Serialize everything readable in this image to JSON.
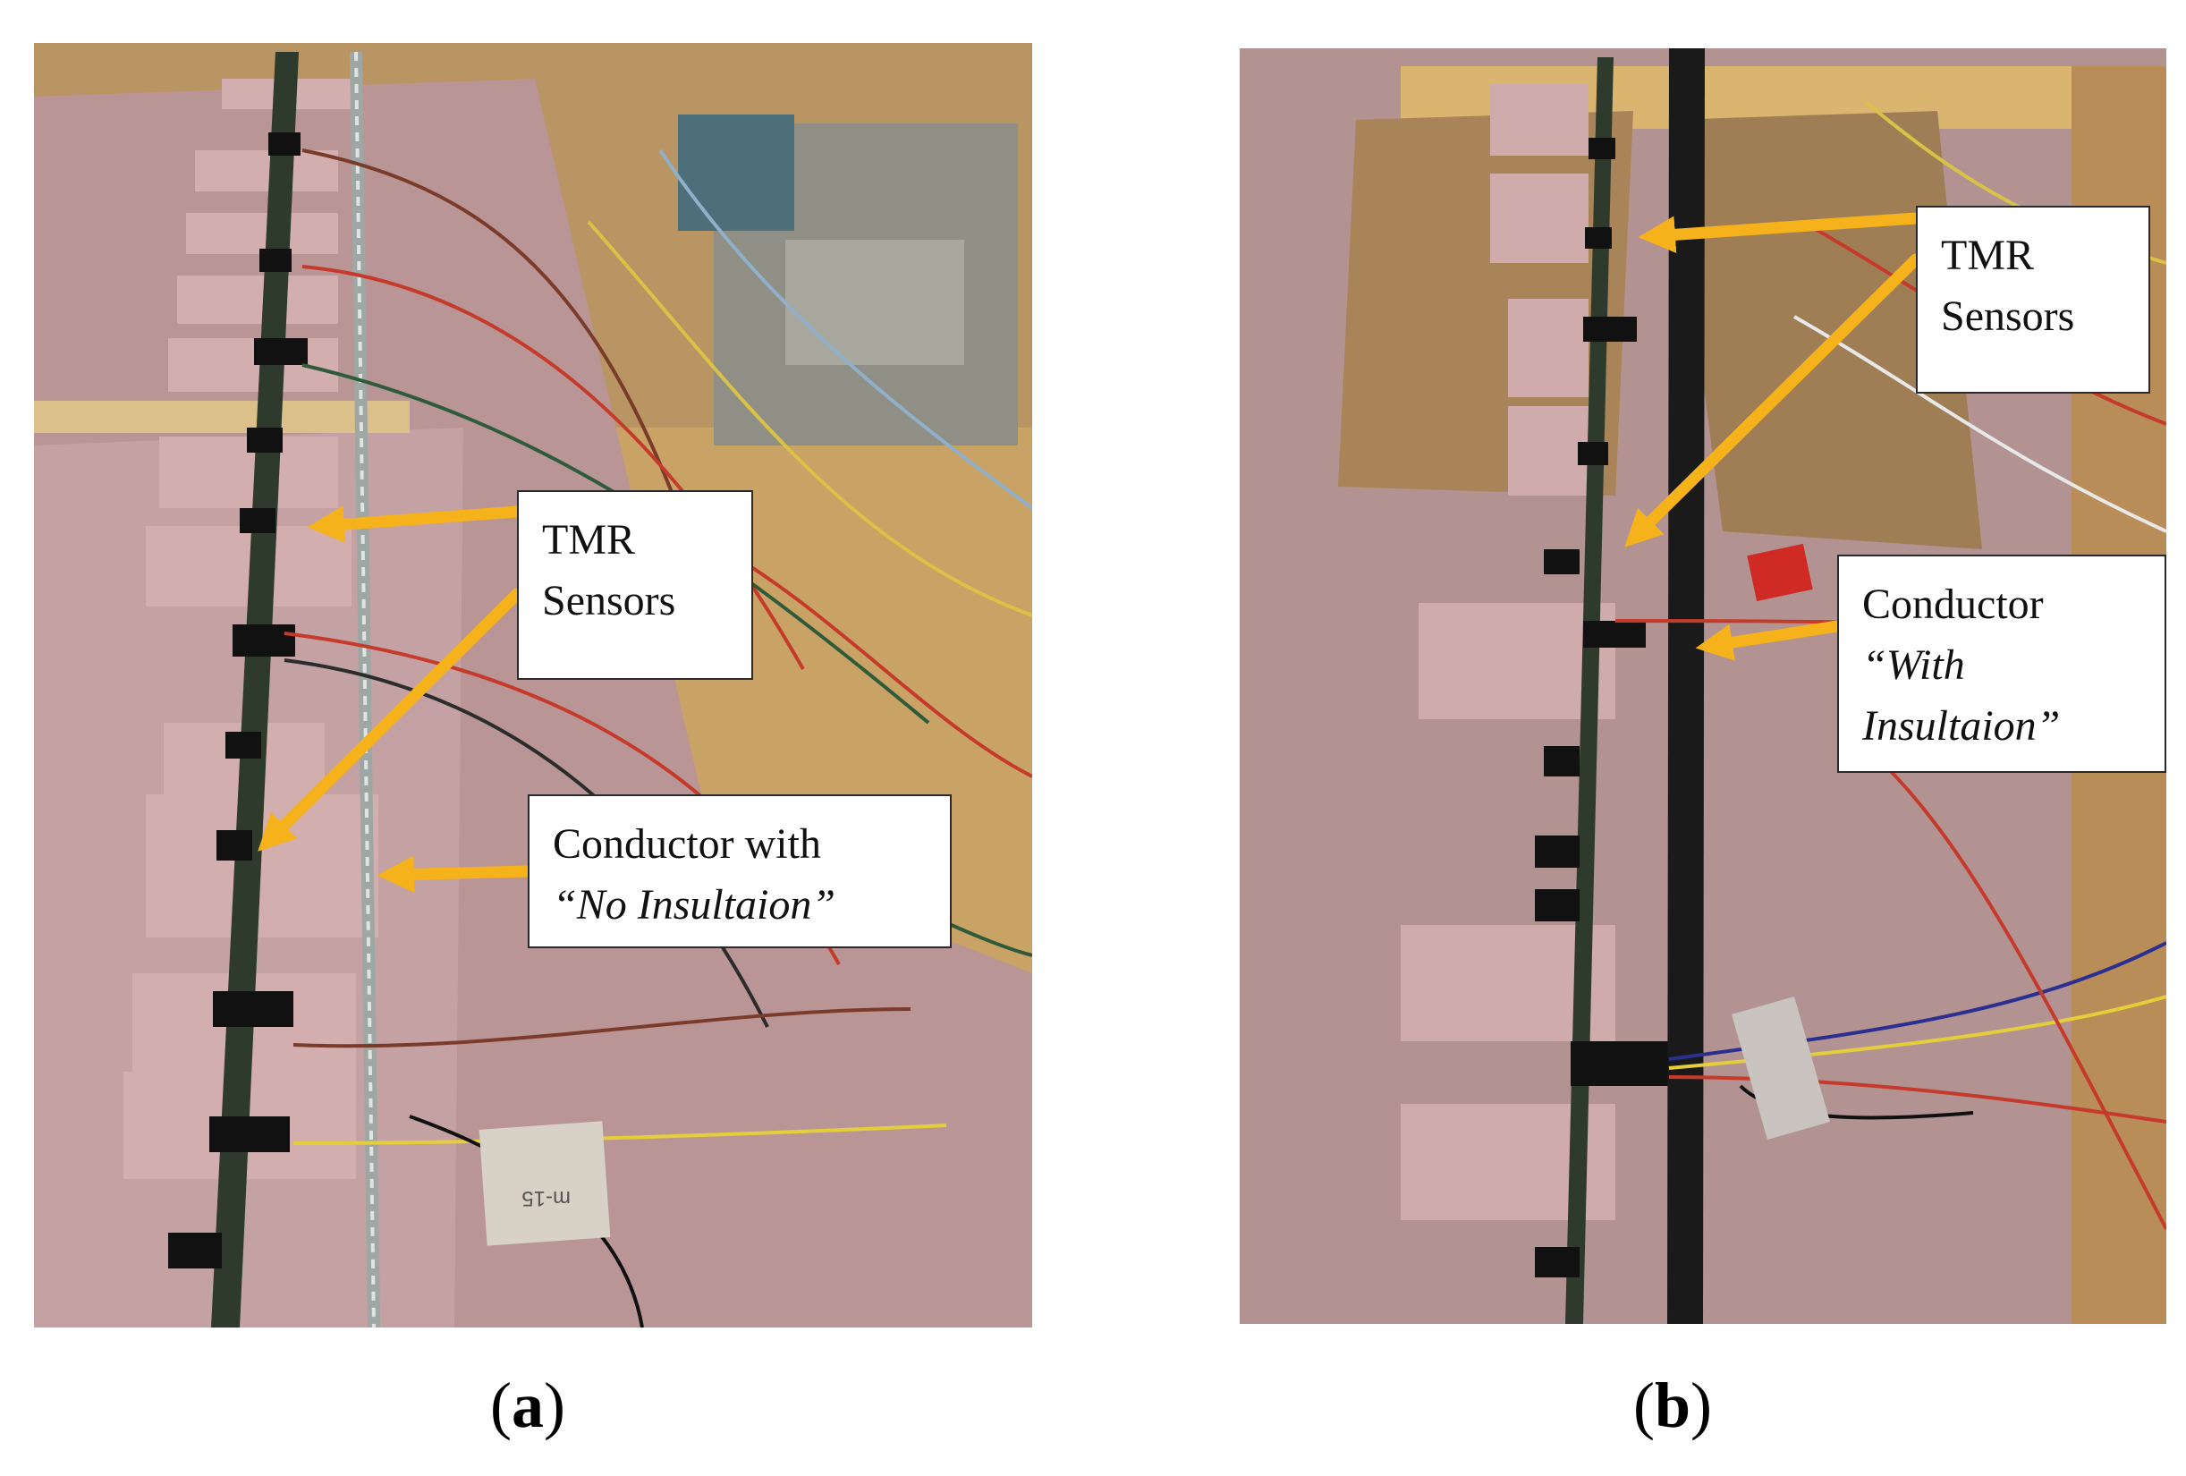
{
  "panels": [
    {
      "id": "a",
      "caption_open": "(",
      "caption_letter": "a",
      "caption_close": ")",
      "callouts": [
        {
          "lines": [
            "TMR",
            "Sensors"
          ]
        },
        {
          "lines": [
            "Conductor with",
            "“No Insultaion”"
          ]
        }
      ],
      "photo_tag": "m-15"
    },
    {
      "id": "b",
      "caption_open": "(",
      "caption_letter": "b",
      "caption_close": ")",
      "callouts": [
        {
          "lines": [
            "TMR",
            "Sensors"
          ]
        },
        {
          "lines": [
            "Conductor",
            "“With",
            "Insultaion”"
          ]
        }
      ]
    }
  ],
  "colors": {
    "arrow": "#f5b21b",
    "foam": "#bb9a9b",
    "wood": "#d9b56f",
    "board": "#2e3a2c",
    "cable": "#1a1a1a"
  }
}
